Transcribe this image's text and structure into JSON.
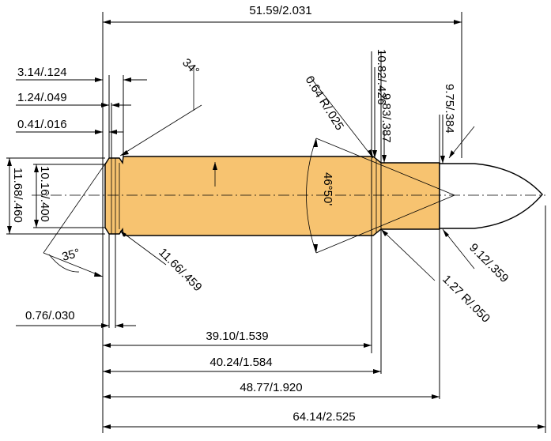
{
  "colors": {
    "case_fill": "#f7c370",
    "bullet_fill": "#ffffff",
    "line": "#000000"
  },
  "dimensions": {
    "overall_case": "51.59/2.031",
    "neck_diameter": "10.82/.426",
    "shoulder_radius": "0.64 R/.025",
    "shoulder_diameter": "9.83/.387",
    "bullet_diameter": "9.75/.384",
    "rim_thickness": "3.14/.124",
    "extractor_groove_width": "1.24/.049",
    "groove_offset": "0.41/.016",
    "rim_angle": "34°",
    "rim_diameter": "11.68/.460",
    "groove_diameter": "10.16/.400",
    "shoulder_angle": "46°50'",
    "base_angle": "35°",
    "base_diameter": "11.66/.459",
    "neck_inner": "9.12/.359",
    "neck_radius": "1.27 R/.050",
    "bevel": "0.76/.030",
    "to_shoulder_start": "39.10/1.539",
    "to_shoulder_end": "40.24/1.584",
    "case_length": "48.77/1.920",
    "overall_length": "64.14/2.525"
  }
}
